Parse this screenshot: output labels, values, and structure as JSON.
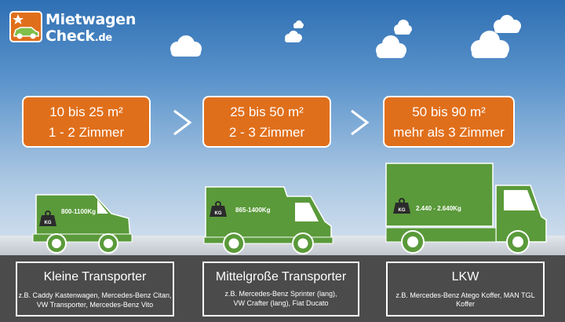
{
  "logo": {
    "line1": "Mietwagen",
    "line2": "Check",
    ".de": ".de",
    "domain": ".de"
  },
  "tiers": [
    {
      "size": "10 bis 25 m²",
      "rooms": "1 - 2 Zimmer",
      "weight": "800-1100Kg",
      "weight_icon": "KG",
      "title": "Kleine Transporter",
      "models_l1": "z.B. Caddy Kastenwagen, Mercedes-Benz Citan,",
      "models_l2": "VW Transporter,  Mercedes-Benz Vito"
    },
    {
      "size": "25 bis 50 m²",
      "rooms": "2 - 3 Zimmer",
      "weight": "865-1400Kg",
      "weight_icon": "KG",
      "title": "Mittelgroße Transporter",
      "models_l1": "z.B. Mercedes-Benz Sprinter (lang),",
      "models_l2": "VW Crafter (lang), Fiat Ducato"
    },
    {
      "size": "50 bis 90 m²",
      "rooms": "mehr als 3 Zimmer",
      "weight": "2.440 - 2.640Kg",
      "weight_icon": "KG",
      "title": "LKW",
      "models_l1": "z.B. Mercedes-Benz Atego Koffer, MAN TGL Koffer",
      "models_l2": ""
    }
  ],
  "colors": {
    "orange": "#e06f1b",
    "green": "#5a9a3a",
    "sky": "#3f7fc0",
    "strip": "#4b4b4b"
  }
}
